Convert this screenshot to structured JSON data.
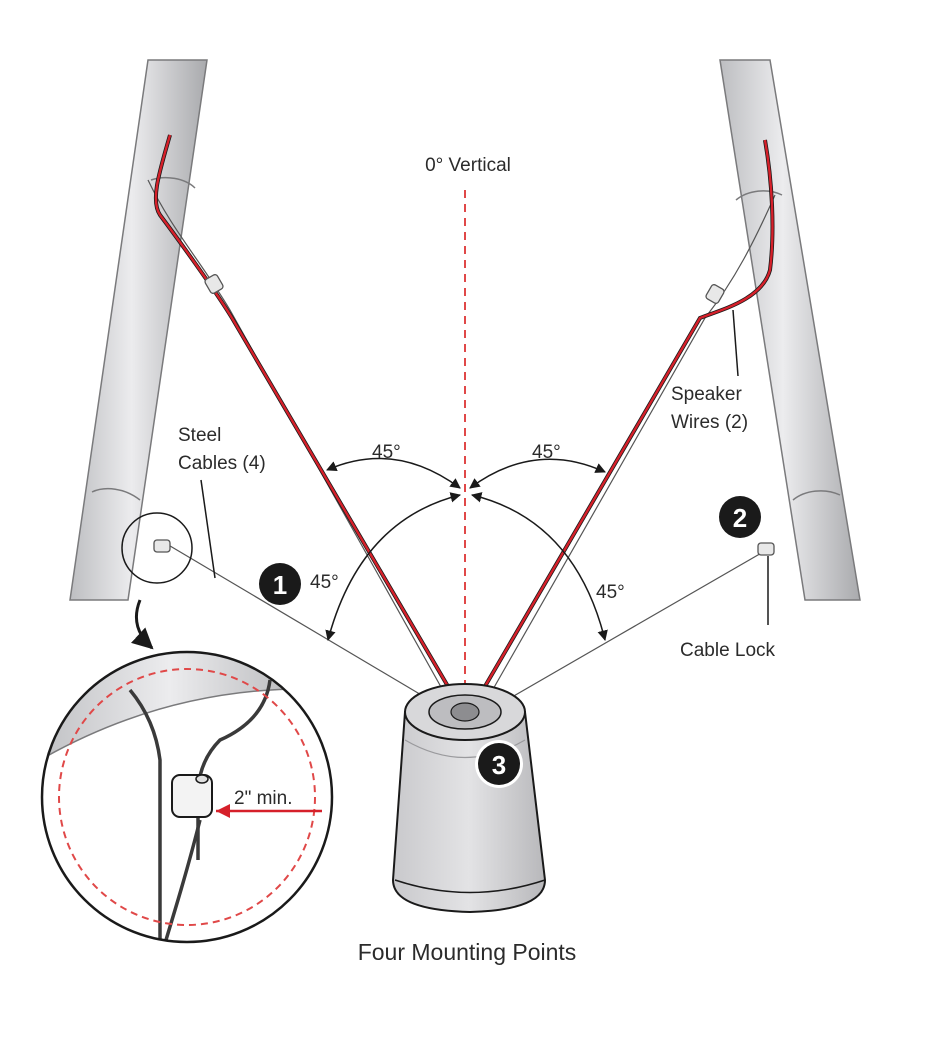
{
  "labels": {
    "vertical": "0° Vertical",
    "steel_cables_line1": "Steel",
    "steel_cables_line2": "Cables (4)",
    "speaker_wires_line1": "Speaker",
    "speaker_wires_line2": "Wires (2)",
    "cable_lock": "Cable Lock",
    "min_distance": "2\" min.",
    "caption": "Four Mounting Points"
  },
  "angles": {
    "upper_left": "45°",
    "upper_right": "45°",
    "lower_left": "45°",
    "lower_right": "45°"
  },
  "badges": [
    "1",
    "2",
    "3"
  ],
  "colors": {
    "wire_red": "#d6202a",
    "cable_gray": "#555555",
    "pole_fill": "#d9d9db",
    "guide_red": "#e04848",
    "badge_fill": "#1a1a1a"
  }
}
